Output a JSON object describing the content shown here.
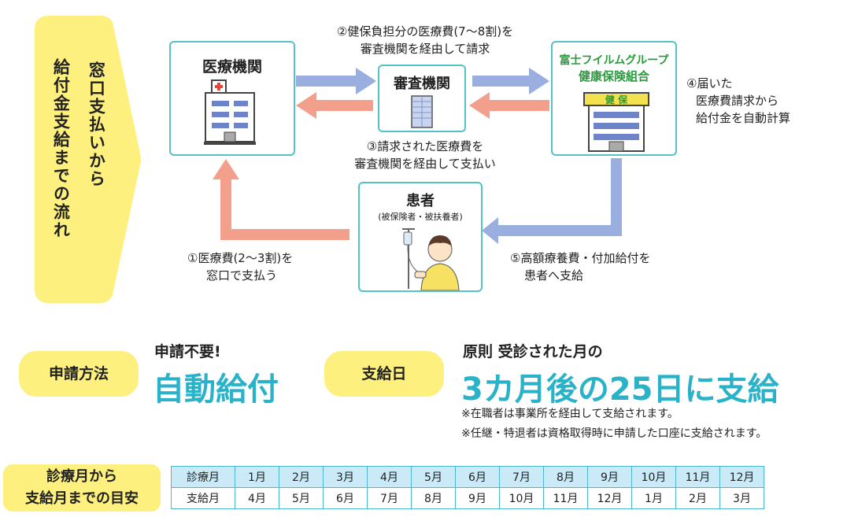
{
  "flow_label": {
    "line1": "窓口支払いから",
    "line2": "給付金支給までの流れ"
  },
  "nodes": {
    "clinic": {
      "title": "医療機関"
    },
    "review": {
      "title": "審査機関"
    },
    "union": {
      "title_line1": "富士フイルムグループ",
      "title_line2": "健康保険組合",
      "sign": "健 保"
    },
    "patient": {
      "title": "患者",
      "subtitle": "(被保険者・被扶養者)"
    }
  },
  "steps": {
    "s1": [
      "①医療費(2〜3割)を",
      "窓口で支払う"
    ],
    "s2": [
      "②健保負担分の医療費(7〜8割)を",
      "審査機関を経由して請求"
    ],
    "s3": [
      "③請求された医療費を",
      "審査機関を経由して支払い"
    ],
    "s4": [
      "④届いた",
      "医療費請求から",
      "給付金を自動計算"
    ],
    "s5": [
      "⑤高額療養費・付加給付を",
      "患者へ支給"
    ]
  },
  "application": {
    "label": "申請方法",
    "small": "申請不要!",
    "big": "自動給付"
  },
  "payment_day": {
    "label": "支給日",
    "small": "原則 受診された月の",
    "big": "3カ月後の25日に支給",
    "notes": [
      "※在職者は事業所を経由して支給されます。",
      "※任継・特退者は資格取得時に申請した口座に支給されます。"
    ]
  },
  "schedule": {
    "label_line1": "診療月から",
    "label_line2": "支給月までの目安",
    "row1_head": "診療月",
    "row2_head": "支給月",
    "row1": [
      "1月",
      "2月",
      "3月",
      "4月",
      "5月",
      "6月",
      "7月",
      "8月",
      "9月",
      "10月",
      "11月",
      "12月"
    ],
    "row2": [
      "4月",
      "5月",
      "6月",
      "7月",
      "8月",
      "9月",
      "10月",
      "11月",
      "12月",
      "1月",
      "2月",
      "3月"
    ]
  },
  "colors": {
    "yellow": "#fdf07f",
    "teal": "#55c2c8",
    "blue_arrow": "#9aaee0",
    "salmon_arrow": "#f2a08c",
    "big_text": "#2ab3c8",
    "table_fill": "#c9eaf6"
  }
}
